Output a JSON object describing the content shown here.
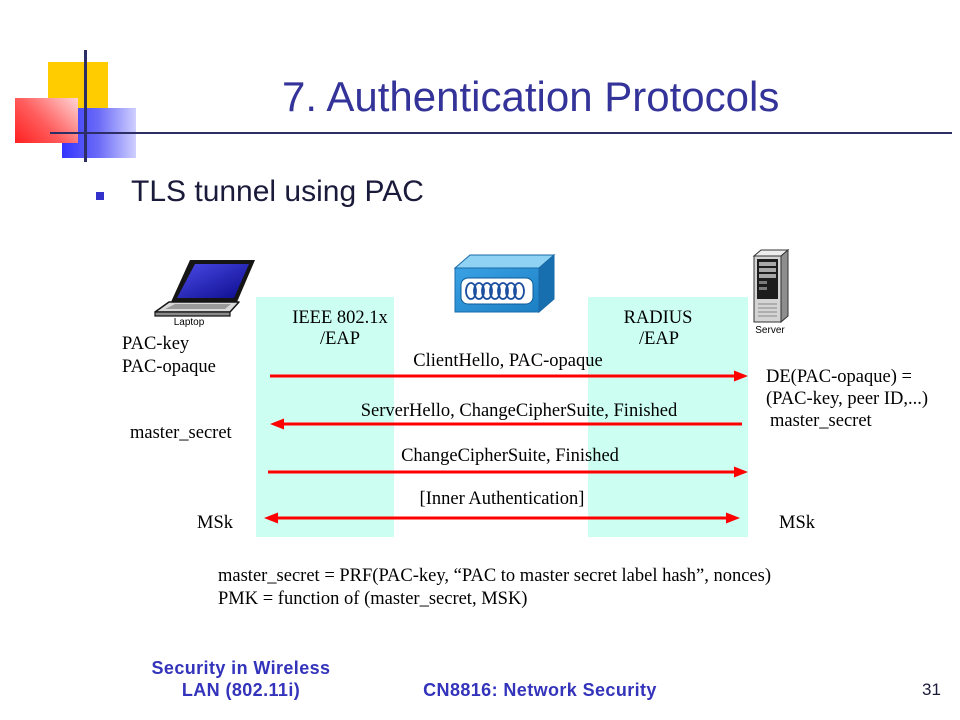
{
  "colors": {
    "title": "#333399",
    "body_text": "#1A1A3A",
    "bullet_marker": "#3333CC",
    "footer": "#3333BB",
    "zone_fill": "#CCFFF2",
    "arrow": "#FF0000",
    "logo_yellow": "#FFCC00",
    "logo_red": "#FF2020",
    "logo_blue": "#3333FF",
    "rule": "#2E2E66"
  },
  "slide": {
    "title": "7. Authentication Protocols",
    "bullets": [
      "TLS tunnel using PAC"
    ]
  },
  "diagram": {
    "icons": {
      "client": "laptop-icon",
      "authenticator": "access-point-icon",
      "server": "server-icon"
    },
    "devices": {
      "laptop_label": "Laptop",
      "server_label": "Server"
    },
    "zones": [
      {
        "line1": "IEEE 802.1x",
        "line2": "/EAP"
      },
      {
        "line1": "RADIUS",
        "line2": "/EAP"
      }
    ],
    "client": {
      "keys": [
        "PAC-key",
        "PAC-opaque"
      ],
      "derived": "master_secret",
      "msk": "MSk"
    },
    "server": {
      "lines": [
        "DE(PAC-opaque) =",
        "(PAC-key, peer ID,...)",
        "master_secret"
      ],
      "msk": "MSk"
    },
    "messages": [
      {
        "label": "ClientHello, PAC-opaque"
      },
      {
        "label": "ServerHello, ChangeCipherSuite, Finished"
      },
      {
        "label": "ChangeCipherSuite, Finished"
      },
      {
        "label": "[Inner Authentication]"
      }
    ],
    "formulas": [
      "master_secret = PRF(PAC-key, “PAC to master secret label hash”, nonces)",
      "PMK = function of (master_secret, MSK)"
    ]
  },
  "footer": {
    "topic_line1": "Security in Wireless",
    "topic_line2": "LAN (802.11i)",
    "center": "CN8816: Network Security",
    "page_number": "31"
  }
}
